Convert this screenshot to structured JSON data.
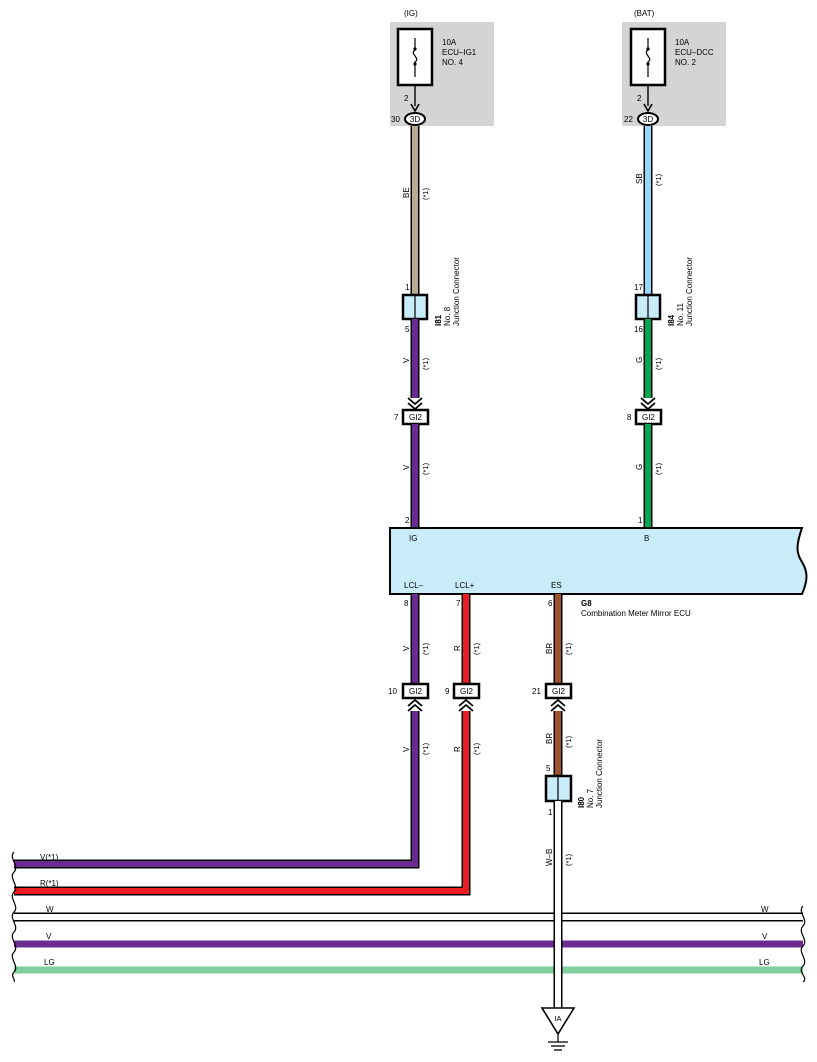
{
  "fuses": [
    {
      "circuit": "(IG)",
      "rating": "10A",
      "name": "ECU–IG1",
      "number": "NO. 4",
      "pin_in": "2",
      "pin_out": "30",
      "connector": "3D"
    },
    {
      "circuit": "(BAT)",
      "rating": "10A",
      "name": "ECU–DCC",
      "number": "NO. 2",
      "pin_in": "2",
      "pin_out": "22",
      "connector": "3D"
    }
  ],
  "wires": {
    "be": "BE",
    "sb": "SB",
    "g": "G",
    "v": "V",
    "r": "R",
    "br": "BR",
    "wb": "W–B",
    "note": "(*1)"
  },
  "junctions": {
    "i81": {
      "code": "I81",
      "no": "No. 8",
      "type": "Junction Connector",
      "pin_top": "1",
      "pin_bottom": "5"
    },
    "i84": {
      "code": "I84",
      "no": "No. 11",
      "type": "Junction Connector",
      "pin_top": "17",
      "pin_bottom": "16"
    },
    "i80": {
      "code": "I80",
      "no": "No. 7",
      "type": "Junction Connector",
      "pin_top": "5",
      "pin_bottom": "1"
    }
  },
  "connectors": {
    "gi2": "GI2",
    "top_left_pin": "7",
    "top_right_pin": "8",
    "lcl_minus_pin": "10",
    "lcl_plus_pin": "9",
    "es_pin": "21"
  },
  "ecu": {
    "code": "G8",
    "name": "Combination Meter Mirror ECU",
    "pins": {
      "ig": "IG",
      "b": "B",
      "lcl_minus": "LCL–",
      "lcl_plus": "LCL+",
      "es": "ES"
    },
    "pin_numbers": {
      "ig": "2",
      "b": "1",
      "lcl_minus": "8",
      "lcl_plus": "7",
      "es": "6"
    }
  },
  "bus": {
    "v1": "V(*1)",
    "r1": "R(*1)",
    "w": "W",
    "v": "V",
    "lg": "LG"
  },
  "ground": {
    "label": "IA"
  },
  "colors": {
    "beige": "#B8AB92",
    "sky_blue": "#96D8F5",
    "green": "#00A650",
    "violet": "#6B2C91",
    "red": "#ED1C24",
    "brown": "#A0522D",
    "light_green": "#7FCFA0",
    "ecu_fill": "#C9ECF9",
    "fuse_bg": "#D4D4D4"
  }
}
